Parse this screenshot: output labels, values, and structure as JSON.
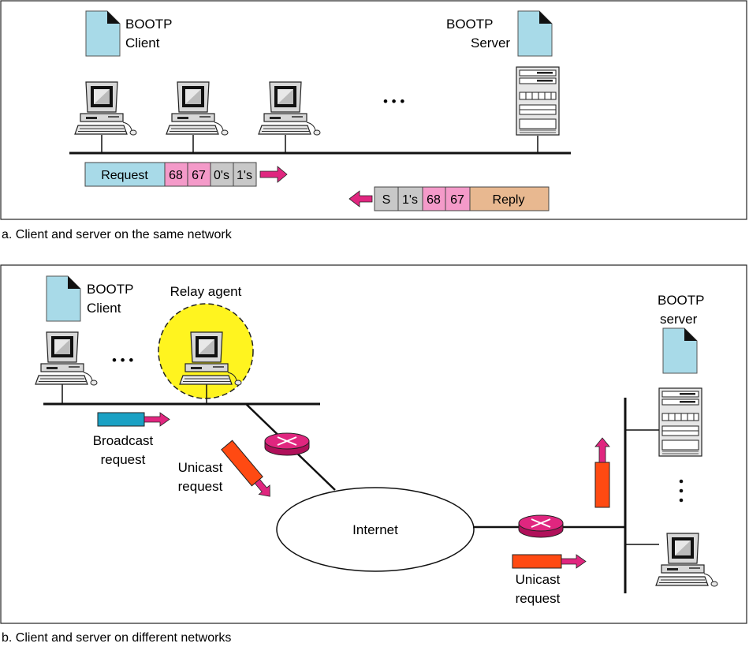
{
  "panel_a": {
    "client_label": [
      "BOOTP",
      "Client"
    ],
    "server_label": [
      "BOOTP",
      "Server"
    ],
    "ellipsis": "• • •",
    "request_packet": [
      "Request",
      "68",
      "67",
      "0's",
      "1's"
    ],
    "reply_packet": [
      "S",
      "1's",
      "68",
      "67",
      "Reply"
    ],
    "caption": "a. Client and server on the same network"
  },
  "panel_b": {
    "client_label": [
      "BOOTP",
      "Client"
    ],
    "relay_label": "Relay agent",
    "server_label": [
      "BOOTP",
      "server"
    ],
    "ellipsis": "• • •",
    "internet_label": "Internet",
    "broadcast_label": [
      "Broadcast",
      "request"
    ],
    "unicast_label_left": [
      "Unicast",
      "request"
    ],
    "unicast_label_bottom": [
      "Unicast",
      "request"
    ],
    "caption": "b. Client and server on different networks"
  },
  "colors": {
    "document": "#a8dae8",
    "request_field": "#a8dae8",
    "port_field": "#f49ac9",
    "gray_field": "#c8c8c8",
    "reply_field": "#e8b890",
    "relay_highlight": "#fff41f",
    "arrow": "#e0267f",
    "packet_orange": "#ff4a12",
    "packet_blue": "#1aa1c4",
    "router": "#e0267f"
  },
  "icons": [
    "document-icon",
    "computer-icon",
    "server-icon",
    "router-icon",
    "arrow-icon"
  ]
}
